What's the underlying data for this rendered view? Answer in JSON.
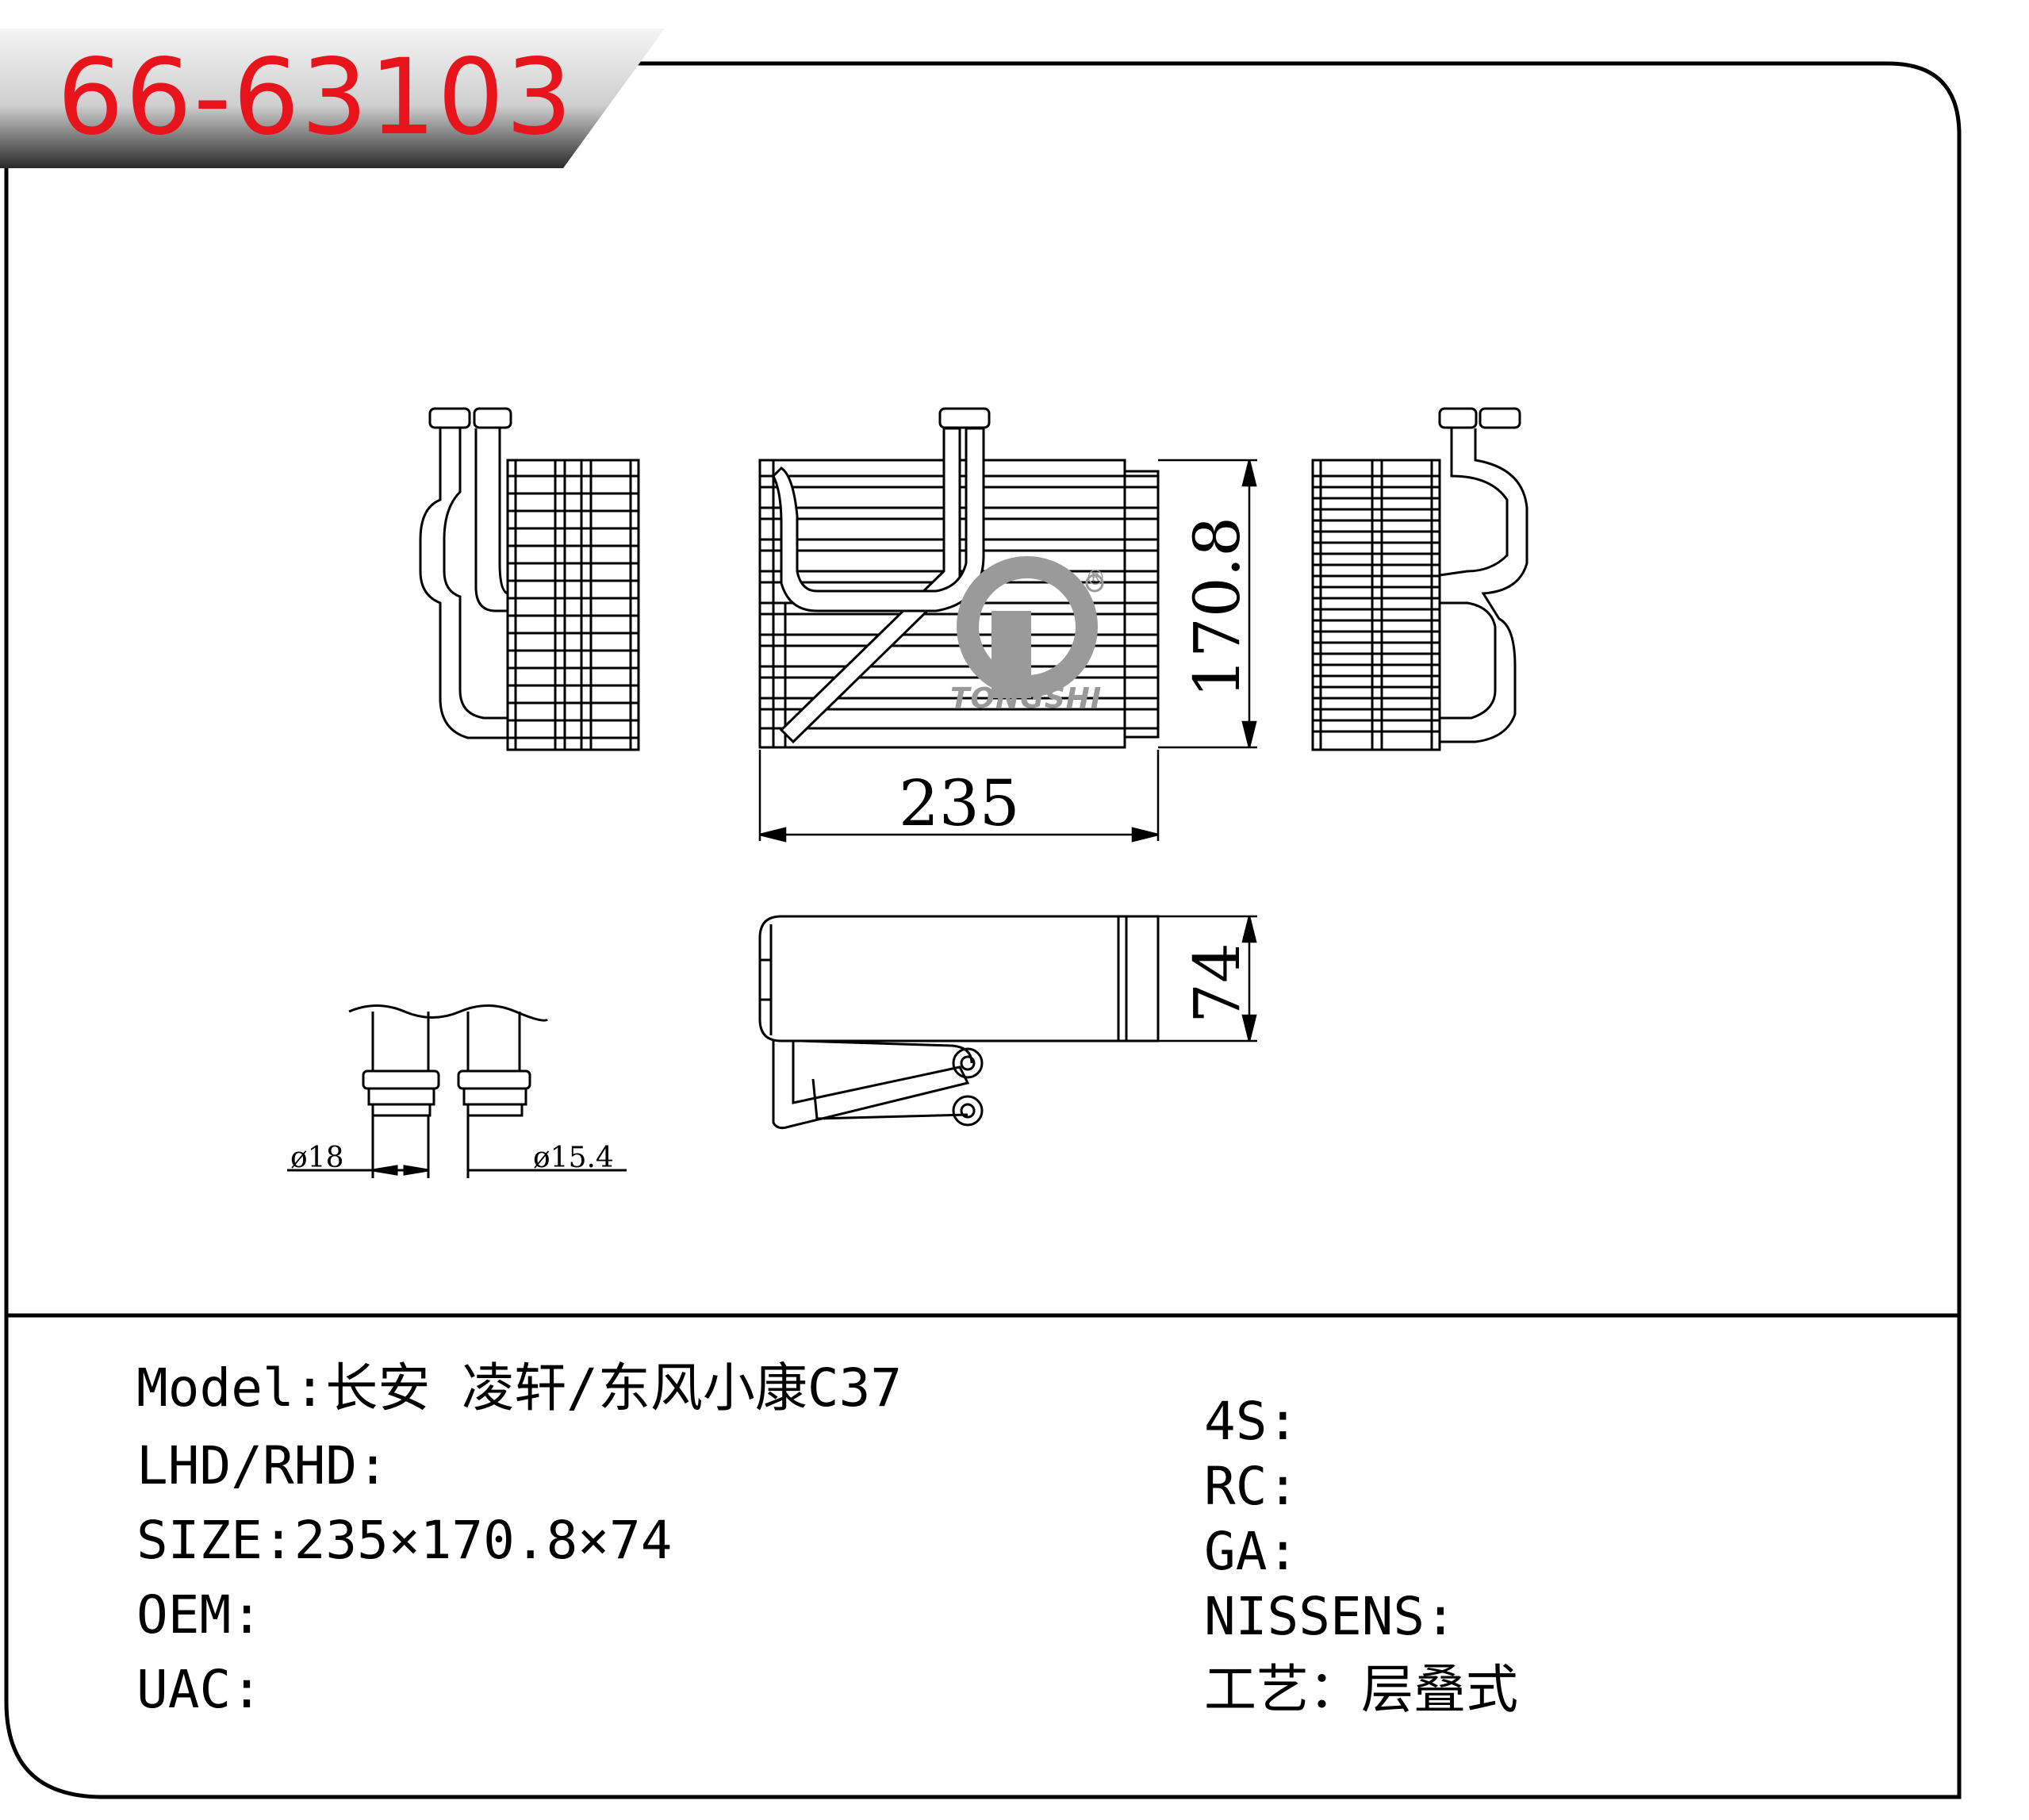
{
  "part_number": "66-63103",
  "dimensions": {
    "width": "235",
    "height": "170.8",
    "depth": "74",
    "pipe_outer": "ø18",
    "pipe_inner": "ø15.4"
  },
  "brand_mark": {
    "name": "TONGSHI",
    "registered": "®"
  },
  "specs_left": [
    {
      "label": "Model:",
      "value": "长安 凌轩/东风小康C37"
    },
    {
      "label": "LHD/RHD:",
      "value": ""
    },
    {
      "label": "SIZE:",
      "value": "235×170.8×74"
    },
    {
      "label": "OEM:",
      "value": ""
    },
    {
      "label": "UAC:",
      "value": ""
    }
  ],
  "specs_right": [
    {
      "label": "4S:",
      "value": ""
    },
    {
      "label": "RC:",
      "value": ""
    },
    {
      "label": "GA:",
      "value": ""
    },
    {
      "label": "NISSENS:",
      "value": ""
    },
    {
      "label": "工艺：",
      "value": "层叠式"
    }
  ],
  "colors": {
    "part_number": "#e8141c",
    "banner_dark": "#2a2a2a",
    "banner_light": "#f4f4f4",
    "line": "#000000",
    "watermark": "#9a9a9a"
  }
}
